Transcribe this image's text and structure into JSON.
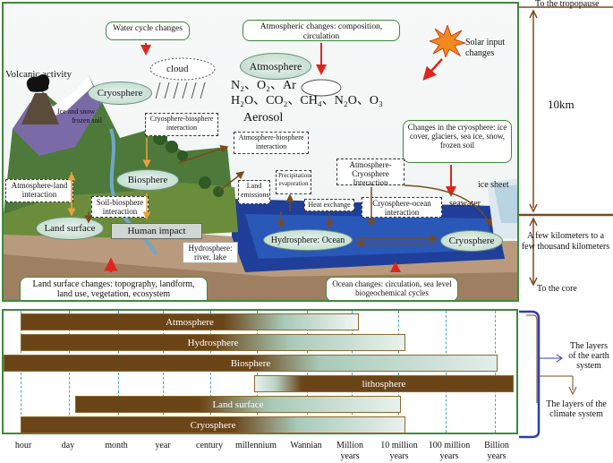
{
  "top": {
    "water_cycle": "Water cycle changes",
    "atmospheric_changes": "Atmospheric changes: composition, circulation",
    "solar_input": "Solar input changes",
    "cloud_left": "cloud",
    "atmosphere": "Atmosphere",
    "gases_line1": "N₂、O₂、Ar",
    "gases_line2": "H₂O、CO₂、CH₄、N₂O、O₃",
    "aerosol": "Aerosol",
    "volcanic": "Volcanic activity",
    "cryosphere_top": "Cryosphere",
    "ice_snow": "Ice and snow",
    "frozen_soil": "frozen soil",
    "cryo_bio": "Cryosphere-biosphere interaction",
    "atm_bio": "Atmosphere-biosphere interaction",
    "biosphere": "Biosphere",
    "atm_land": "Atmosphere-land interaction",
    "soil_bio": "Soil-biosphere interaction",
    "land_emissions": "Land emissions",
    "precip": "Precipitation evaporation",
    "heat_exchange": "Heat exchange",
    "atm_cryo": "Atmosphere-Cryosphere Interaction",
    "cryo_ocean": "Cryosphere-ocean interaction",
    "changes_cryo": "Changes in the cryosphere: ice cover, glaciers, sea ice, snow, frozen soil",
    "ice_sheet": "ice sheet",
    "seawater": "seawater",
    "land_surface": "Land surface",
    "human_impact": "Human impact",
    "hydro_ocean": "Hydrosphere: Ocean",
    "cryosphere_right": "Cryosphere",
    "hydro_river": "Hydrosphere: river, lake",
    "land_changes": "Land surface changes: topography, landform, land use, vegetation, ecosystem",
    "ocean_changes": "Ocean changes: circulation, sea level biogeochemical cycles"
  },
  "side": {
    "tropopause": "To the tropopause",
    "ten_km": "10km",
    "few_km": "A few kilometers to a few thousand kilometers",
    "core": "To the core",
    "earth_layers": "The layers of the earth system",
    "climate_layers": "The layers of the climate system"
  },
  "timeline": {
    "bars": [
      {
        "label": "Atmosphere"
      },
      {
        "label": "Hydrosphere"
      },
      {
        "label": "Biosphere"
      },
      {
        "label": "lithosphere"
      },
      {
        "label": "Land surface"
      },
      {
        "label": "Cryosphere"
      }
    ],
    "ticks": [
      "hour",
      "day",
      "month",
      "year",
      "century",
      "millennium",
      "Wannian",
      "Million years",
      "10 million years",
      "100 million years",
      "Billion years"
    ]
  },
  "colors": {
    "frame_green": "#3c8a3c",
    "bar_brown": "#6b4418",
    "arrow_red": "#e0241c",
    "arrow_brown": "#7a4a1e",
    "dash_teal": "#4aa7b3",
    "bracket_blue": "#2a3fb0"
  }
}
